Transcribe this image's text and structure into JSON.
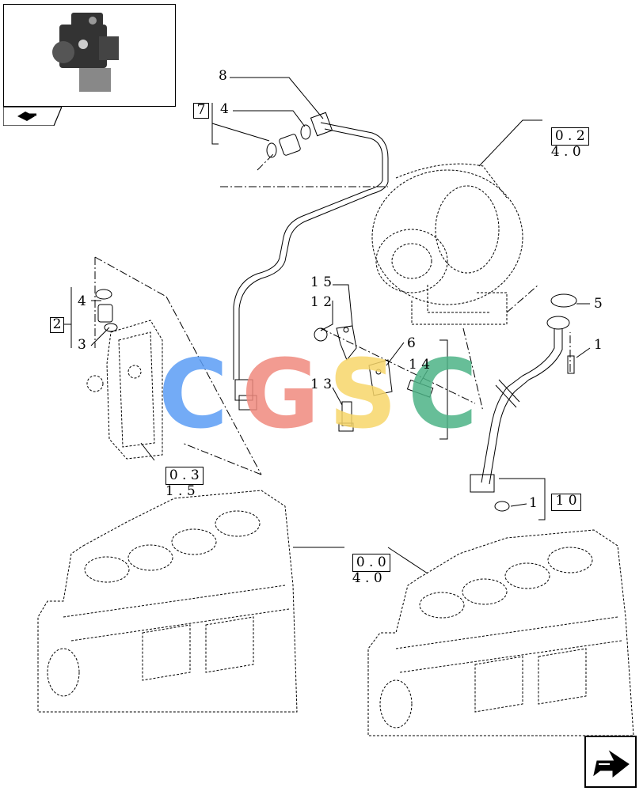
{
  "thumbnail": {
    "icon": "engine-thumbnail-icon"
  },
  "nav_tab": {
    "icon": "hand-pointer-icon"
  },
  "next_button": {
    "icon": "next-page-arrow-icon"
  },
  "watermark": {
    "letters": [
      "C",
      "G",
      "S",
      "C"
    ],
    "colors": [
      "#5b9cf5",
      "#f08a7e",
      "#f7d66a",
      "#4cb386"
    ]
  },
  "references": {
    "ref_turbo": {
      "boxed": "0 . 2",
      "rest": "4 . 0"
    },
    "ref_filter": {
      "boxed": "0 . 3",
      "rest": "1 . 5"
    },
    "ref_block": {
      "boxed": "0 . 0",
      "rest": "4 . 0"
    }
  },
  "callouts": {
    "c8": "8",
    "c7": "7",
    "c4a": "4",
    "c4b": "4",
    "c2": "2",
    "c3": "3",
    "c15": "1 5",
    "c12": "1 2",
    "c13": "1 3",
    "c6": "6",
    "c14": "1 4",
    "c5": "5",
    "c1": "1",
    "c11": "1",
    "c10": "1 0"
  }
}
